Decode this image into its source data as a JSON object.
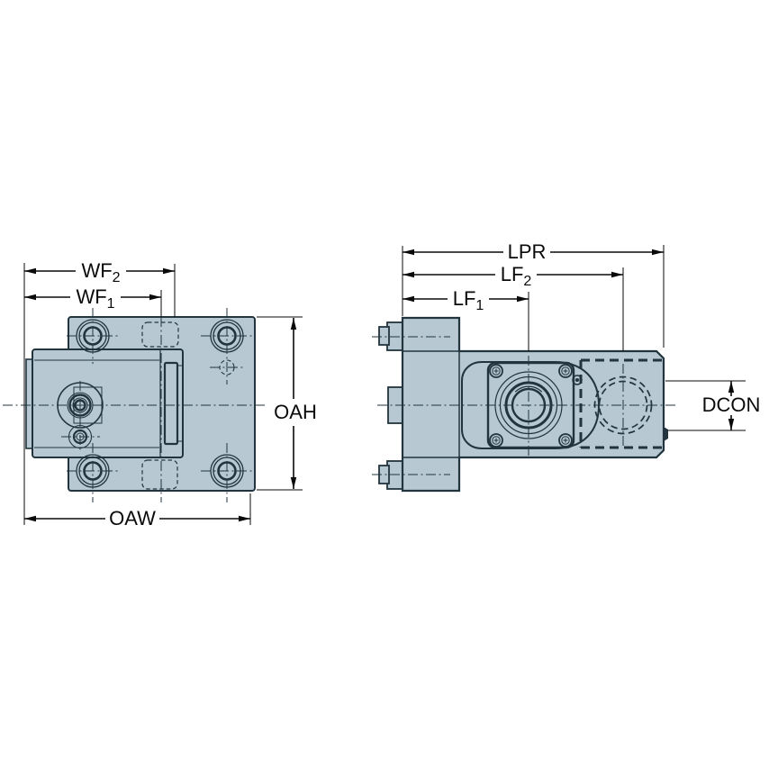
{
  "drawing": {
    "type": "engineering-dimension-drawing",
    "views": [
      {
        "id": "front-view",
        "description": "Front view of clamping unit with mounting plate and four bolt holes"
      },
      {
        "id": "side-view",
        "description": "Side view of clamping unit with coupling flange and hidden bore"
      }
    ],
    "colors": {
      "body_fill": "#b7c8d3",
      "outline": "#22343e",
      "dimension": "#0a0a0a",
      "background": "#ffffff"
    },
    "dimensions": {
      "wf2": {
        "base": "WF",
        "sub": "2"
      },
      "wf1": {
        "base": "WF",
        "sub": "1"
      },
      "oah": {
        "label": "OAH"
      },
      "oaw": {
        "label": "OAW"
      },
      "lpr": {
        "label": "LPR"
      },
      "lf2": {
        "base": "LF",
        "sub": "2"
      },
      "lf1": {
        "base": "LF",
        "sub": "1"
      },
      "dcon": {
        "label": "DCON"
      }
    }
  }
}
